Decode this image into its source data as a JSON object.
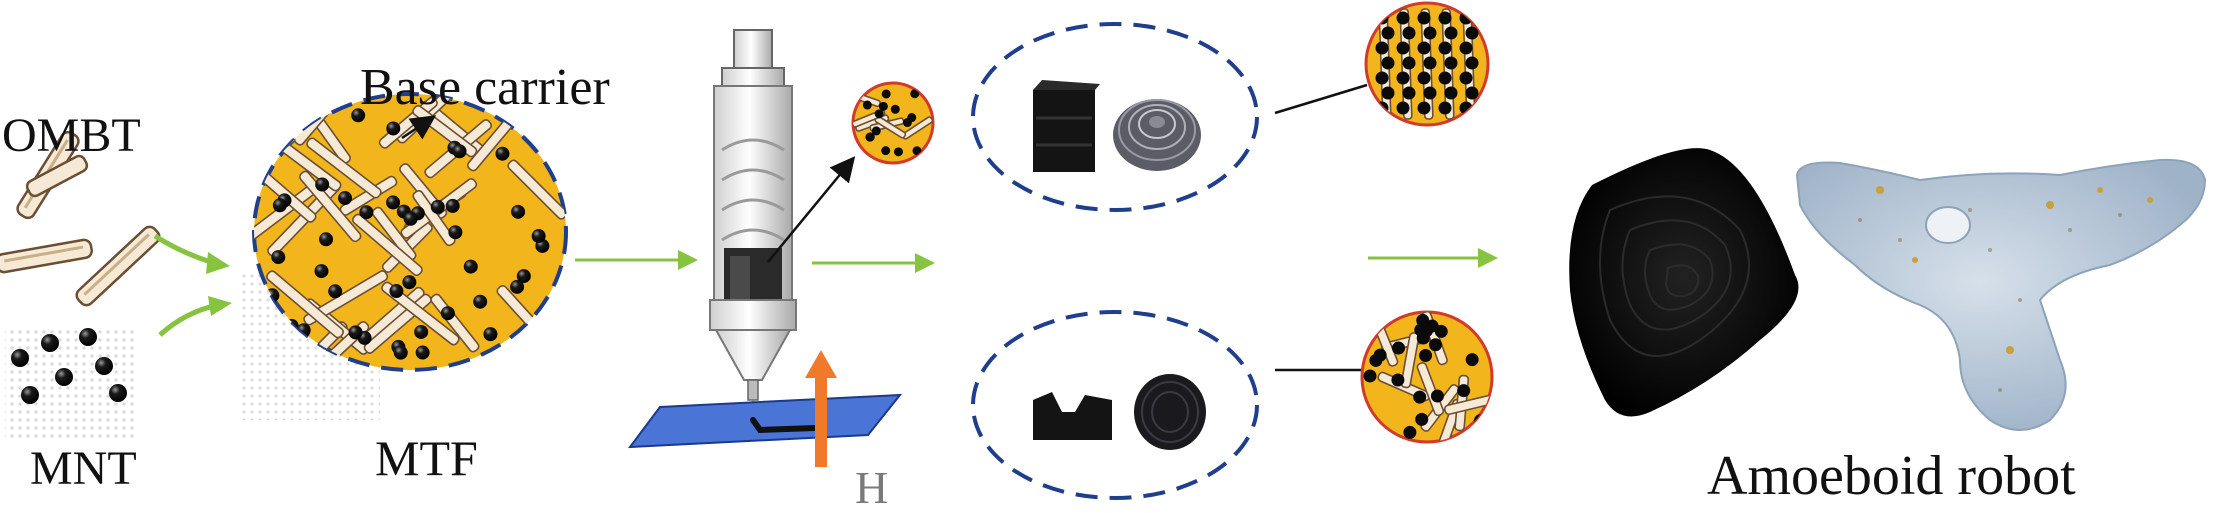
{
  "labels": {
    "ombt": "OMBT",
    "mnt": "MNT",
    "mtf": "MTF",
    "base_carrier": "Base carrier",
    "field": "H",
    "robot": "Amoeboid robot"
  },
  "colors": {
    "carrier_fill": "#f2b51b",
    "dashed_border": "#1f3f8c",
    "arrow_green": "#86c440",
    "particle": "#0a0a0a",
    "substrate": "#4a74d6",
    "field_arrow": "#f07a2a",
    "inset_border": "#d23a2a",
    "robot_black": "#0d0d0d",
    "amoeba": "#b9c9d9"
  },
  "icons": [
    "ombt-rods",
    "mnt-particles",
    "mtf-ellipse",
    "syringe-printer",
    "substrate-plate",
    "field-arrow",
    "zoom-inset",
    "printed-cube",
    "printed-dome",
    "printed-block",
    "printed-disc",
    "amoeboid-robot-photo",
    "amoeba-photo"
  ]
}
